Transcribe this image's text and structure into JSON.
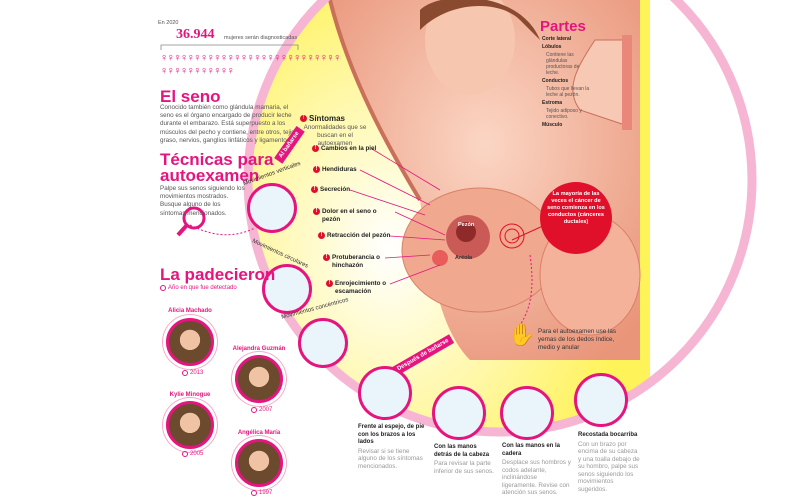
{
  "stats": {
    "year_label": "En 2020",
    "number": "36.944",
    "number_caption": "mujeres serán diagnosticadas",
    "icon": "woman-figure-icon"
  },
  "seno": {
    "title": "El seno",
    "text": "Conocido también como glándula mamaria, el seno es el órgano encargado de producir leche durante el embarazo. Está superpuesto a los músculos del pecho y contiene, entre otros, tejido graso, nervios, ganglios linfáticos y ligamentos."
  },
  "tecnicas": {
    "title_line1": "Técnicas para",
    "title_line2": "autoexamen",
    "text": "Palpe sus senos siguiendo los movimientos mostrados. Busque alguno de los síntomas mencionados."
  },
  "badges": {
    "before": "Al bañarse",
    "after": "Después de bañarse"
  },
  "movements": [
    "Movimientos verticales",
    "Movimientos circulares",
    "Movimientos concéntricos"
  ],
  "padecieron": {
    "title": "La padecieron",
    "legend": "Año en que fue detectado",
    "people": [
      {
        "name": "Alicia Machado",
        "year": "2013"
      },
      {
        "name": "Alejandra Guzmán",
        "year": "2007"
      },
      {
        "name": "Kylie Minogue",
        "year": "2005"
      },
      {
        "name": "Angélica María",
        "year": "1997"
      }
    ]
  },
  "sintomas": {
    "title": "Síntomas",
    "subtitle": "Anormalidades que se buscan en el autoexamen",
    "items": [
      "Cambios en la piel",
      "Hendiduras",
      "Secreción",
      "Dolor en el seno o pezón",
      "Retracción del pezón",
      "Protuberancia o hinchazón",
      "Enrojecimiento o escamación"
    ]
  },
  "anatomy": {
    "pezon": "Pezón",
    "areola": "Aréola"
  },
  "callout": "La mayoría de las veces el cáncer de seno comienza en los conductos (cánceres ductales)",
  "hand_note": "Para el autoexamen use las yemas de los dedos índice, medio y anular",
  "partes": {
    "title": "Partes",
    "subtitle": "Corte lateral",
    "items": [
      {
        "name": "Lóbulos",
        "desc": "Contiene las glándulas productoras de leche."
      },
      {
        "name": "Conductos",
        "desc": "Tubos que llevan la leche al pezón."
      },
      {
        "name": "Estroma",
        "desc": "Tejido adiposo y conectivo."
      },
      {
        "name": "Músculo",
        "desc": ""
      }
    ]
  },
  "positions": [
    {
      "title": "Frente al espejo, de pie con los brazos a los lados",
      "desc": "Revisar si se tiene alguno de los síntomas mencionados."
    },
    {
      "title": "Con las manos detrás de la cabeza",
      "desc": "Para revisar la parte inferior de sus senos."
    },
    {
      "title": "Con las manos en la cadera",
      "desc": "Desplace sus hombros y codos adelante, inclinándose ligeramente. Revise con atención sus senos."
    },
    {
      "title": "Recostada bocarriba",
      "desc": "Con un brazo por encima de su cabeza y una toalla debajo de su hombro, palpe sus senos siguiendo los movimientos sugeridos."
    }
  ],
  "colors": {
    "accent": "#e5157f",
    "alert": "#e0102a",
    "skin": "#f4b49a",
    "yellow": "#fff35a"
  }
}
